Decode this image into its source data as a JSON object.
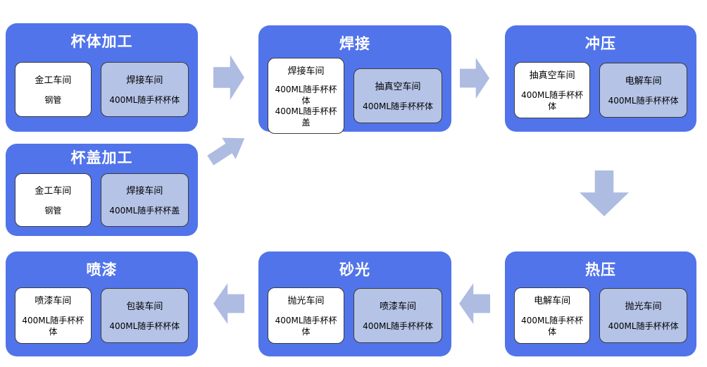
{
  "colors": {
    "big_box": "#5174EA",
    "inner_light": "#B5C3E6",
    "inner_white": "#FFFFFF",
    "arrow": "#AEBCE2",
    "inner_border": "#3C3C3C",
    "title_text": "#FFFFFF",
    "inner_text": "#000000"
  },
  "nodes": [
    {
      "id": "cup-body",
      "title": "杯体加工",
      "cards": [
        {
          "style": "white",
          "heading": "金工车间",
          "lines": [
            "钢管"
          ]
        },
        {
          "style": "light",
          "heading": "焊接车间",
          "lines": [
            "400ML随手杯杯体"
          ]
        }
      ]
    },
    {
      "id": "cup-lid",
      "title": "杯盖加工",
      "cards": [
        {
          "style": "white",
          "heading": "金工车间",
          "lines": [
            "钢管"
          ]
        },
        {
          "style": "light",
          "heading": "焊接车间",
          "lines": [
            "400ML随手杯杯盖"
          ]
        }
      ]
    },
    {
      "id": "welding",
      "title": "焊接",
      "cards": [
        {
          "style": "white",
          "heading": "焊接车间",
          "lines": [
            "400ML随手杯杯体",
            "400ML随手杯杯盖"
          ]
        },
        {
          "style": "light",
          "heading": "抽真空车间",
          "lines": [
            "400ML随手杯杯体"
          ]
        }
      ]
    },
    {
      "id": "stamping",
      "title": "冲压",
      "cards": [
        {
          "style": "white",
          "heading": "抽真空车间",
          "lines": [
            "400ML随手杯杯体"
          ]
        },
        {
          "style": "light",
          "heading": "电解车间",
          "lines": [
            "400ML随手杯杯体"
          ]
        }
      ]
    },
    {
      "id": "hot-press",
      "title": "热压",
      "cards": [
        {
          "style": "white",
          "heading": "电解车间",
          "lines": [
            "400ML随手杯杯体"
          ]
        },
        {
          "style": "light",
          "heading": "抛光车间",
          "lines": [
            "400ML随手杯杯体"
          ]
        }
      ]
    },
    {
      "id": "sanding",
      "title": "砂光",
      "cards": [
        {
          "style": "white",
          "heading": "抛光车间",
          "lines": [
            "400ML随手杯杯体"
          ]
        },
        {
          "style": "light",
          "heading": "喷漆车间",
          "lines": [
            "400ML随手杯杯体"
          ]
        }
      ]
    },
    {
      "id": "painting",
      "title": "喷漆",
      "cards": [
        {
          "style": "white",
          "heading": "喷漆车间",
          "lines": [
            "400ML随手杯杯体"
          ]
        },
        {
          "style": "light",
          "heading": "包装车间",
          "lines": [
            "400ML随手杯杯体"
          ]
        }
      ]
    }
  ],
  "arrows": [
    {
      "id": "cup-body-to-welding",
      "direction": "right"
    },
    {
      "id": "cup-lid-to-welding",
      "direction": "up-right"
    },
    {
      "id": "welding-to-stamping",
      "direction": "right"
    },
    {
      "id": "stamping-to-hot-press",
      "direction": "down"
    },
    {
      "id": "hot-press-to-sanding",
      "direction": "left"
    },
    {
      "id": "sanding-to-painting",
      "direction": "left"
    }
  ]
}
